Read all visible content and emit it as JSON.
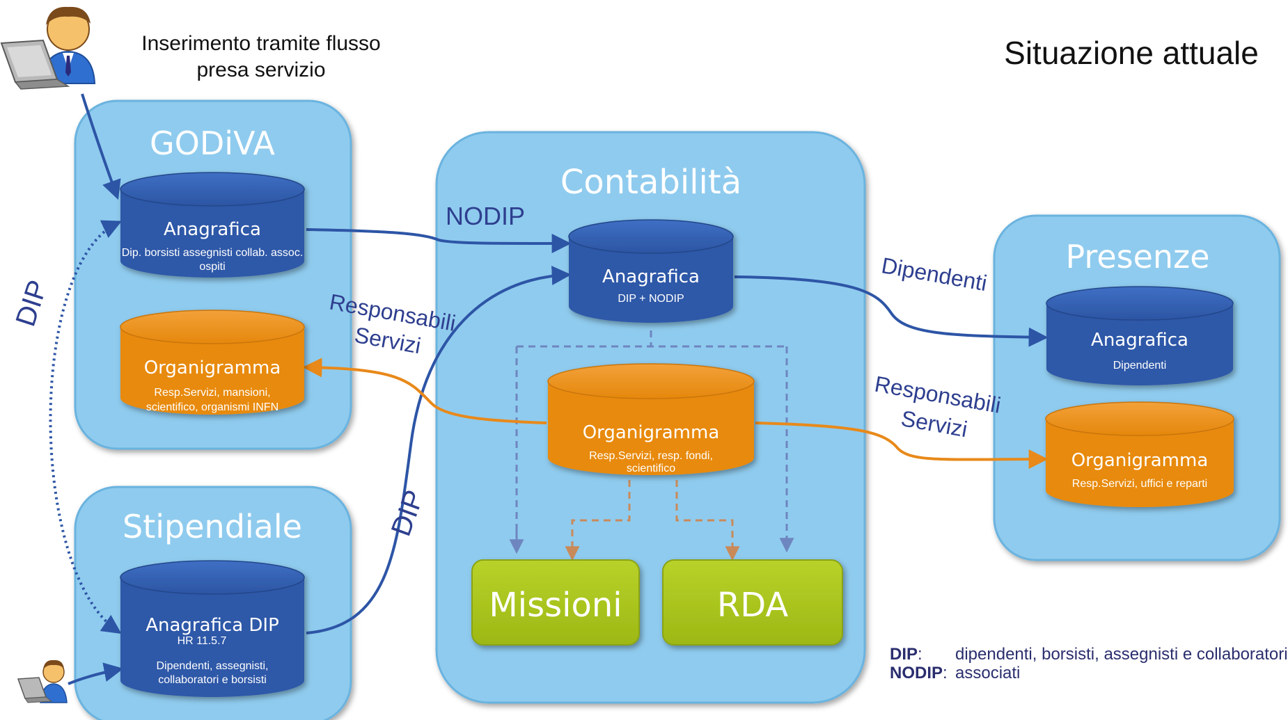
{
  "header": {
    "input_note_line1": "Inserimento tramite flusso",
    "input_note_line2": "presa servizio",
    "title": "Situazione attuale"
  },
  "colors": {
    "box_fill": "#8fcbee",
    "box_stroke": "#6bb3df",
    "blue_db": "#2e58a8",
    "orange_db": "#e88a0c",
    "green_box": "#a9c418",
    "arrow_blue": "#2d55a6",
    "arrow_orange": "#e8891a",
    "label_blue": "#2e3f8f"
  },
  "systems": {
    "godiva": {
      "title": "GODiVA",
      "anagrafica": {
        "title": "Anagrafica",
        "sub1": "Dip. borsisti assegnisti collab. assoc.",
        "sub2": "ospiti"
      },
      "organigramma": {
        "title": "Organigramma",
        "sub1": "Resp.Servizi, mansioni,",
        "sub2": "scientifico, organismi INFN"
      }
    },
    "stipendiale": {
      "title": "Stipendiale",
      "anagrafica": {
        "title": "Anagrafica DIP",
        "version": "HR 11.5.7",
        "sub1": "Dipendenti, assegnisti,",
        "sub2": "collaboratori e borsisti"
      }
    },
    "contabilita": {
      "title": "Contabilità",
      "anagrafica": {
        "title": "Anagrafica",
        "sub1": "DIP + NODIP"
      },
      "organigramma": {
        "title": "Organigramma",
        "sub1": "Resp.Servizi, resp. fondi,",
        "sub2": "scientifico"
      },
      "missioni": "Missioni",
      "rda": "RDA"
    },
    "presenze": {
      "title": "Presenze",
      "anagrafica": {
        "title": "Anagrafica",
        "sub1": "Dipendenti"
      },
      "organigramma": {
        "title": "Organigramma",
        "sub1": "Resp.Servizi, uffici e reparti"
      }
    }
  },
  "flows": {
    "nodip": "NODIP",
    "dip_left": "DIP",
    "dip_center": "DIP",
    "resp_servizi_left_1": "Responsabili",
    "resp_servizi_left_2": "Servizi",
    "dipendenti": "Dipendenti",
    "resp_servizi_right_1": "Responsabili",
    "resp_servizi_right_2": "Servizi"
  },
  "icons": {
    "top_user": "user-laptop-icon",
    "bottom_user": "user-laptop-icon"
  },
  "legend": [
    {
      "key": "DIP",
      "sep": ":",
      "value": "dipendenti, borsisti, assegnisti e collaboratori"
    },
    {
      "key": "NODIP",
      "sep": ":",
      "value": "associati"
    }
  ]
}
